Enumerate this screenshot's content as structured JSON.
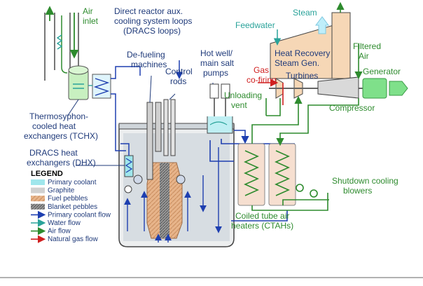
{
  "labels": {
    "air_inlet": [
      "Air",
      "inlet"
    ],
    "dracs_loops": [
      "Direct reactor aux.",
      "cooling system loops",
      "(DRACS loops)"
    ],
    "defueling": [
      "De-fueling",
      "machines"
    ],
    "control_rods": [
      "Control",
      "rods"
    ],
    "hot_well": [
      "Hot well/",
      "main salt",
      "pumps"
    ],
    "feedwater": "Feedwater",
    "steam": "Steam",
    "filtered_air": [
      "Filtered",
      "Air"
    ],
    "hrsg": [
      "Heat Recovery",
      "Steam Gen."
    ],
    "gas_cofiring": [
      "Gas",
      "co-firing"
    ],
    "turbines": "Turbines",
    "generator": "Generator",
    "unloading_vent": [
      "Unloading",
      "vent"
    ],
    "compressor": "Compressor",
    "tchx": [
      "Thermosyphon-",
      "cooled heat",
      "exchangers (TCHX)"
    ],
    "dhx": [
      "DRACS heat",
      "exchangers (DHX)"
    ],
    "shutdown_blowers": [
      "Shutdown cooling",
      "blowers"
    ],
    "ctahs": [
      "Coiled tube air",
      "heaters (CTAHs)"
    ]
  },
  "legend": {
    "title": "LEGEND",
    "items": [
      {
        "label": "Primary coolant",
        "kind": "swatch",
        "color": "#9fe6ec"
      },
      {
        "label": "Graphite",
        "kind": "swatch",
        "color": "#d0d0d0"
      },
      {
        "label": "Fuel pebbles",
        "kind": "swatch",
        "color": "#e7b48a"
      },
      {
        "label": "Blanket pebbles",
        "kind": "swatch",
        "color": "#8a8a8a"
      },
      {
        "label": "Primary coolant flow",
        "kind": "arrow",
        "color": "#1e3fb0"
      },
      {
        "label": "Water flow",
        "kind": "arrow",
        "color": "#2aa39a"
      },
      {
        "label": "Air flow",
        "kind": "arrow",
        "color": "#2e8b2e"
      },
      {
        "label": "Natural gas flow",
        "kind": "arrow",
        "color": "#d02020"
      }
    ]
  }
}
